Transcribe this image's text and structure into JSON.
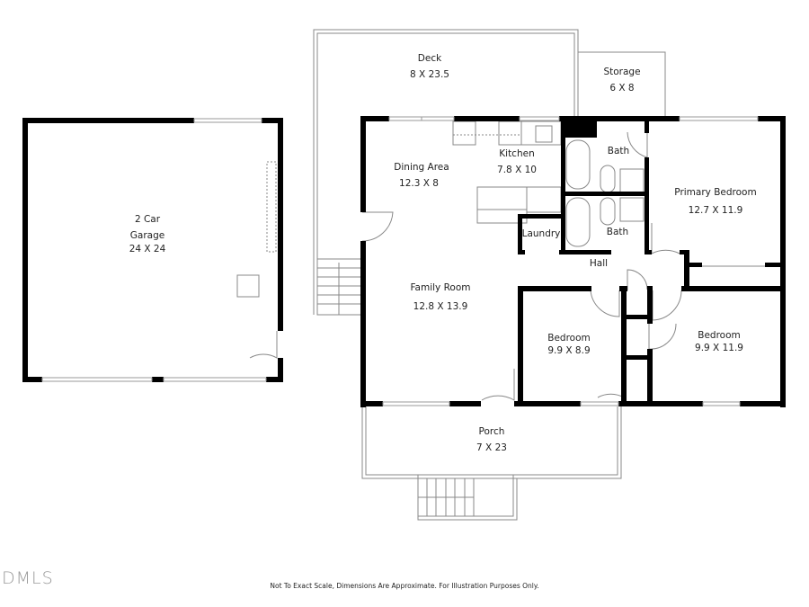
{
  "plan": {
    "rooms": [
      {
        "id": "garage",
        "name_line1": "2 Car",
        "name_line2": "Garage",
        "dims": "24 X 24"
      },
      {
        "id": "deck",
        "name": "Deck",
        "dims": "8 X 23.5"
      },
      {
        "id": "storage",
        "name": "Storage",
        "dims": "6 X 8"
      },
      {
        "id": "dining",
        "name": "Dining Area",
        "dims": "12.3 X 8"
      },
      {
        "id": "kitchen",
        "name": "Kitchen",
        "dims": "7.8 X 10"
      },
      {
        "id": "bath1",
        "name": "Bath"
      },
      {
        "id": "bath2",
        "name": "Bath"
      },
      {
        "id": "laundry",
        "name": "Laundry"
      },
      {
        "id": "hall",
        "name": "Hall"
      },
      {
        "id": "primary",
        "name": "Primary Bedroom",
        "dims": "12.7 X 11.9"
      },
      {
        "id": "family",
        "name": "Family Room",
        "dims": "12.8 X 13.9"
      },
      {
        "id": "bedroom2",
        "name": "Bedroom",
        "dims": "9.9 X 8.9"
      },
      {
        "id": "bedroom3",
        "name": "Bedroom",
        "dims": "9.9 X 11.9"
      },
      {
        "id": "porch",
        "name": "Porch",
        "dims": "7 X 23"
      }
    ]
  },
  "footer": {
    "logo": "DMLS",
    "disclaimer": "Not To Exact Scale, Dimensions Are Approximate. For Illustration Purposes Only."
  },
  "colors": {
    "wall": "#000000",
    "line": "#777777",
    "background": "#ffffff"
  }
}
